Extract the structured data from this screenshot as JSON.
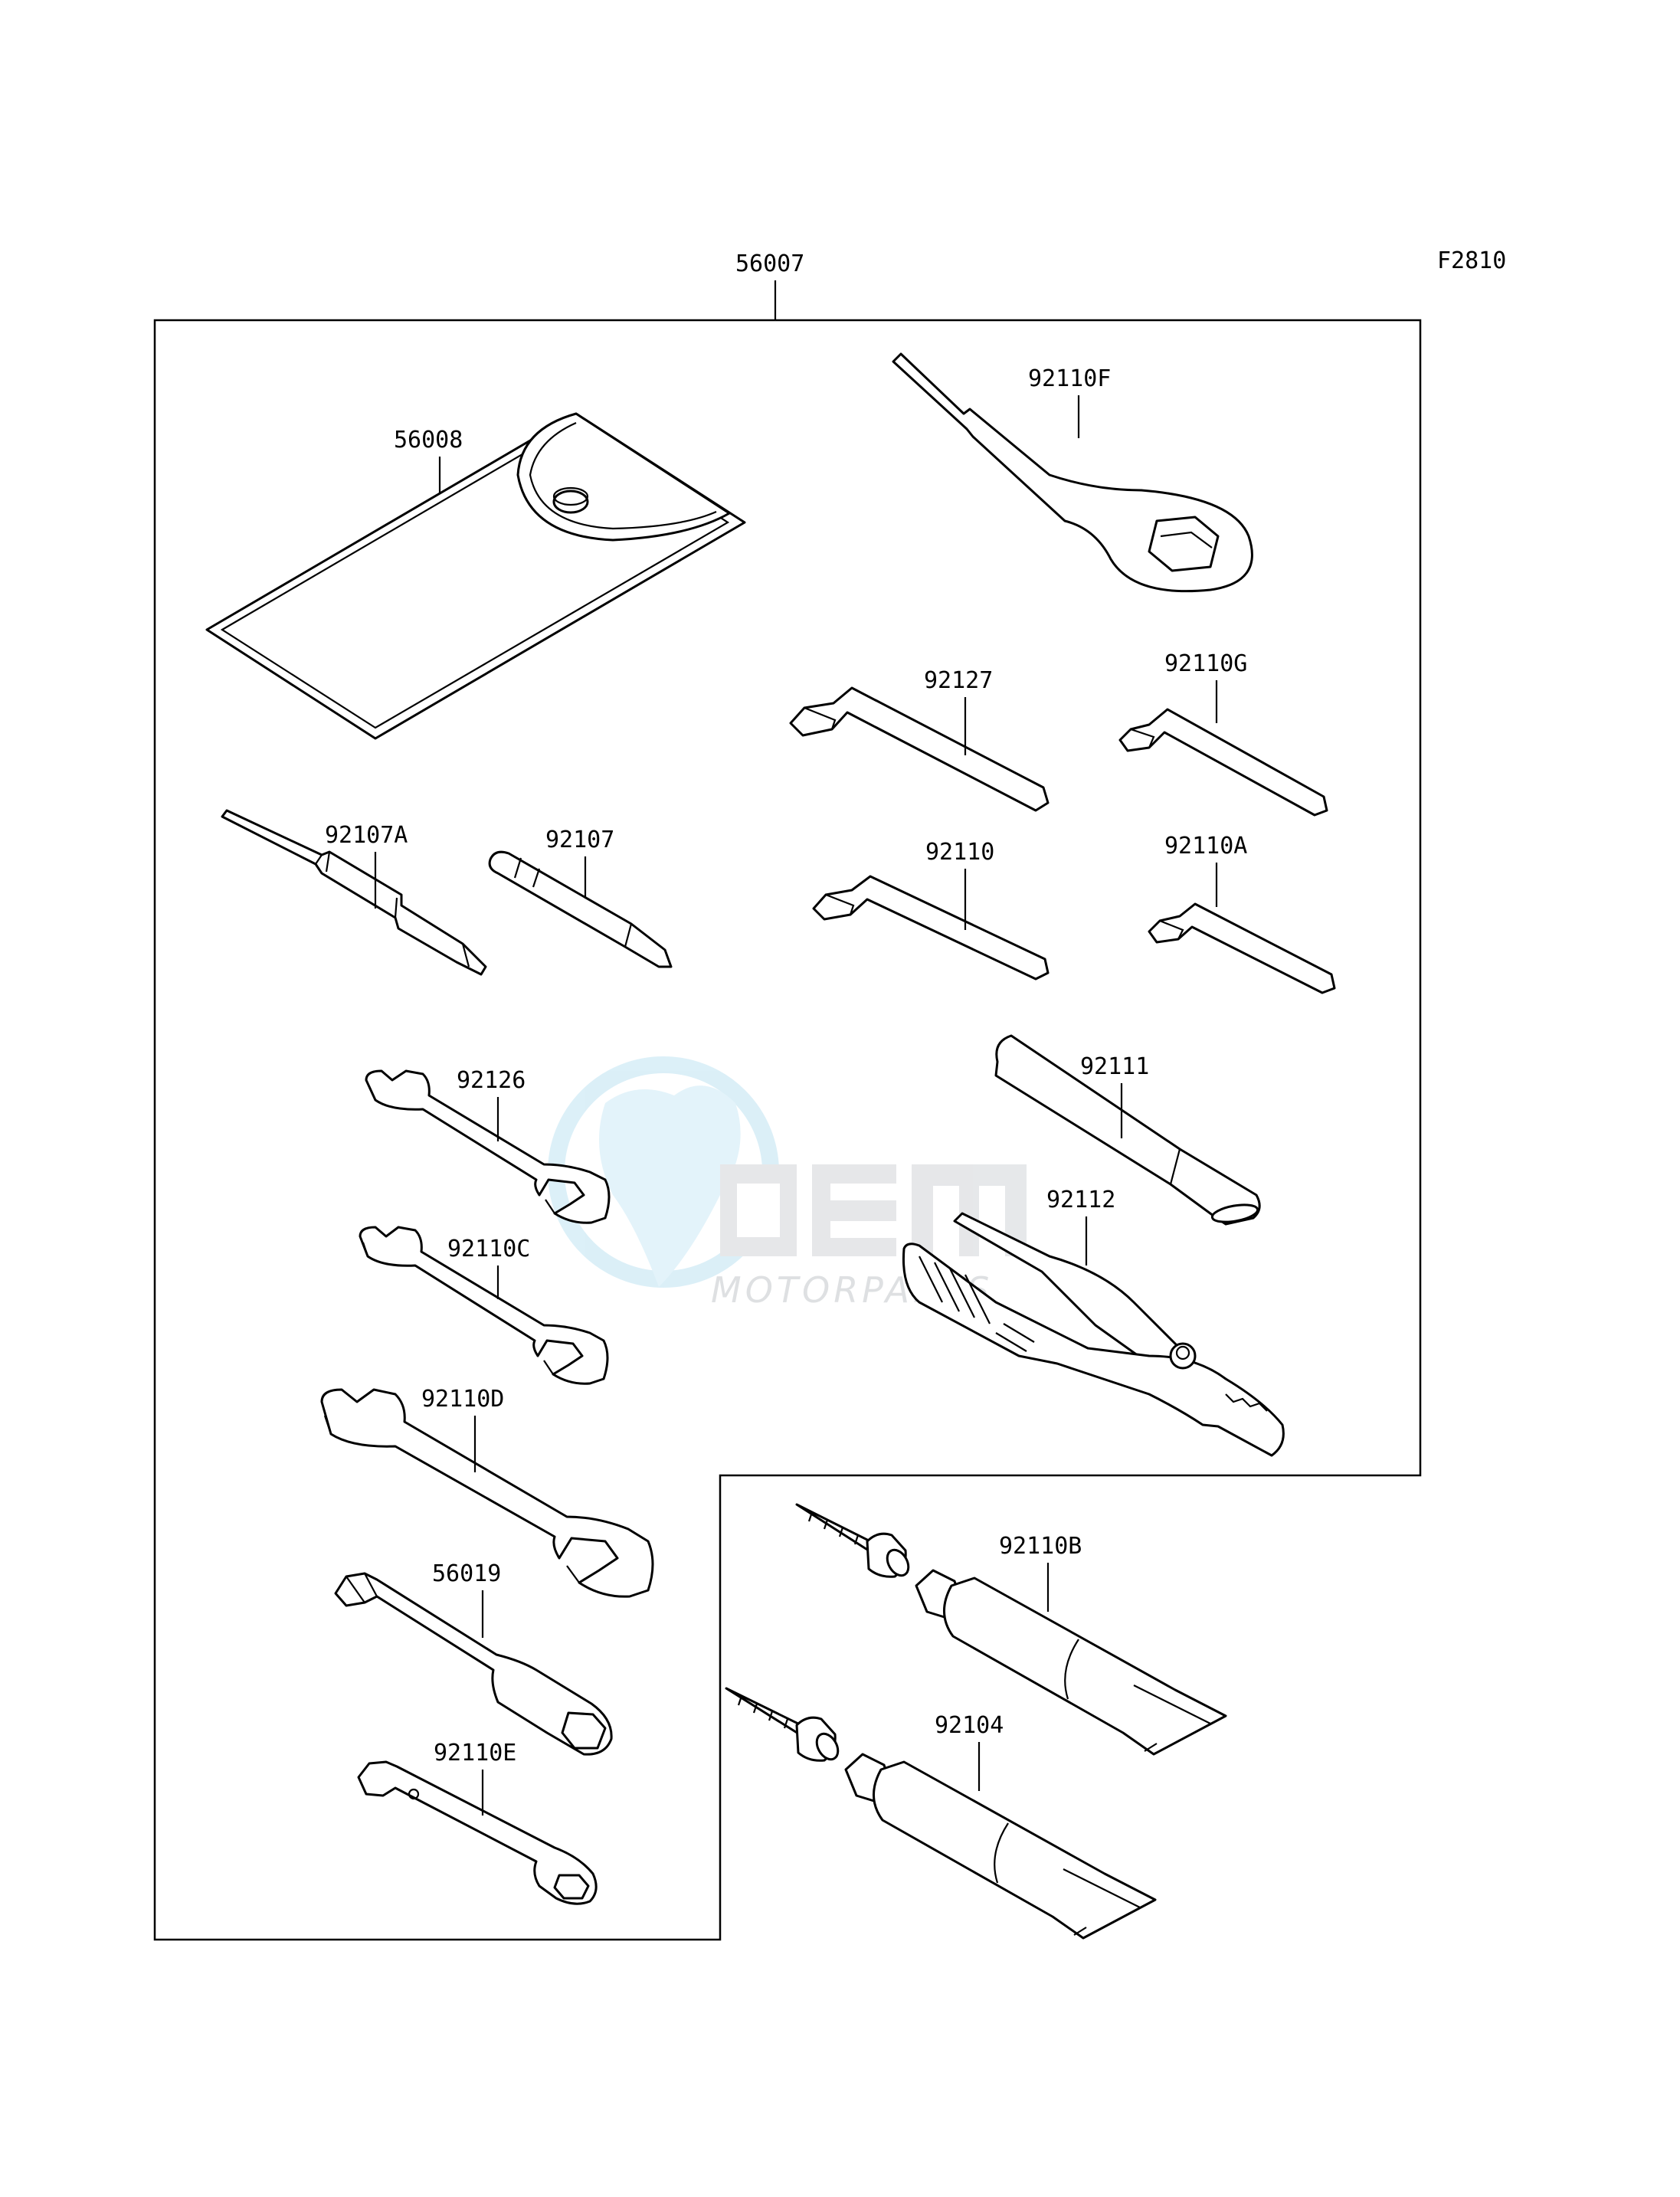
{
  "figure_code": "F2810",
  "kit_label": "56007",
  "watermark": {
    "brand": "OEM",
    "sub": "MOTORPARTS"
  },
  "parts": [
    {
      "id": "56008",
      "label": "56008"
    },
    {
      "id": "92110F",
      "label": "92110F"
    },
    {
      "id": "92127",
      "label": "92127"
    },
    {
      "id": "92110G",
      "label": "92110G"
    },
    {
      "id": "92107A",
      "label": "92107A"
    },
    {
      "id": "92107",
      "label": "92107"
    },
    {
      "id": "92110",
      "label": "92110"
    },
    {
      "id": "92110A",
      "label": "92110A"
    },
    {
      "id": "92126",
      "label": "92126"
    },
    {
      "id": "92111",
      "label": "92111"
    },
    {
      "id": "92112",
      "label": "92112"
    },
    {
      "id": "92110C",
      "label": "92110C"
    },
    {
      "id": "92110D",
      "label": "92110D"
    },
    {
      "id": "56019",
      "label": "56019"
    },
    {
      "id": "92110B",
      "label": "92110B"
    },
    {
      "id": "92104",
      "label": "92104"
    },
    {
      "id": "92110E",
      "label": "92110E"
    }
  ]
}
